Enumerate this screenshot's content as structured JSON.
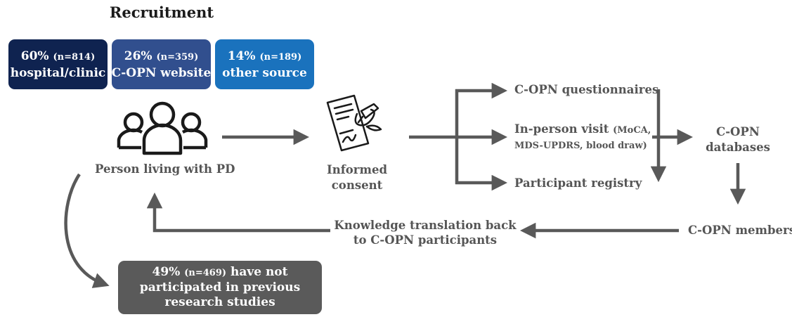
{
  "title": "Recruitment",
  "sources": [
    {
      "pct": "60%",
      "n": "(n=814)",
      "label": "hospital/clinic",
      "color": "#0f2350"
    },
    {
      "pct": "26%",
      "n": "(n=359)",
      "label": "C-OPN website",
      "color": "#314f8e"
    },
    {
      "pct": "14%",
      "n": "(n=189)",
      "label": "other source",
      "color": "#1a72bd"
    }
  ],
  "person_label": "Person living with PD",
  "consent_label": [
    "Informed",
    "consent"
  ],
  "branches": {
    "questionnaires": "C-OPN questionnaires",
    "visit_main": "In-person visit",
    "visit_detail_1": "(MoCA,",
    "visit_detail_2": "MDS-UPDRS, blood draw)",
    "registry": "Participant registry"
  },
  "databases_label": [
    "C-OPN",
    "databases"
  ],
  "members_label": "C-OPN members",
  "kt_label": [
    "Knowledge translation back",
    "to C-OPN participants"
  ],
  "not_participated": {
    "pct": "49%",
    "n": "(n=469)",
    "rest": "have not",
    "line2": "participated in previous",
    "line3": "research studies",
    "color": "#5a5a5a"
  },
  "colors": {
    "arrow": "#595959",
    "text": "#555555",
    "icon": "#1a1a1a"
  },
  "icons": [
    "people-group-icon",
    "signed-document-icon"
  ]
}
